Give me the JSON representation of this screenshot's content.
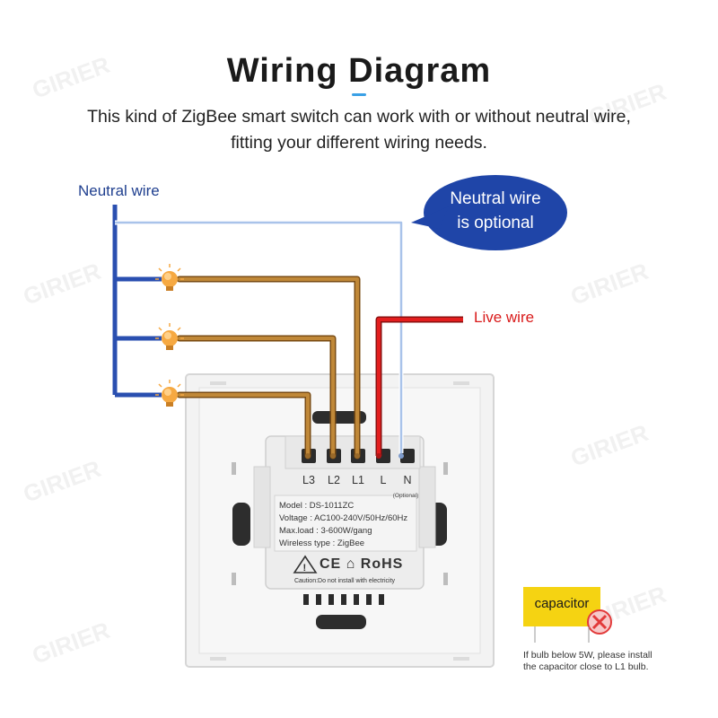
{
  "header": {
    "title": "Wiring Diagram",
    "subtitle_line1": "This kind of ZigBee smart switch can work with or without neutral wire,",
    "subtitle_line2": "fitting your different wiring needs."
  },
  "labels": {
    "neutral_wire": "Neutral wire",
    "live_wire": "Live wire",
    "bubble_line1": "Neutral wire",
    "bubble_line2": "is optional"
  },
  "terminals": [
    "L3",
    "L2",
    "L1",
    "L",
    "N"
  ],
  "terminal_note": "(Optional)",
  "module": {
    "model": "Model : DS-1011ZC",
    "voltage": "Voltage : AC100-240V/50Hz/60Hz",
    "max_load": "Max.load : 3-600W/gang",
    "wireless": "Wireless type : ZigBee",
    "certifications": "CE ⌂ RoHS",
    "caution": "Caution:Do not install with electricity"
  },
  "capacitor": {
    "label": "capacitor",
    "note_line1": "If bulb below 5W, please install",
    "note_line2": "the capacitor close to L1 bulb."
  },
  "watermark": "GIRIER",
  "colors": {
    "neutral": "#2a4fb0",
    "neutral_light": "#a9c3ea",
    "load": "#b77a2e",
    "live": "#d91a1a",
    "bubble": "#1f45a8",
    "capacitor": "#f5d312"
  },
  "icons": [
    "bulb-icon",
    "warning-icon",
    "cross-icon"
  ]
}
